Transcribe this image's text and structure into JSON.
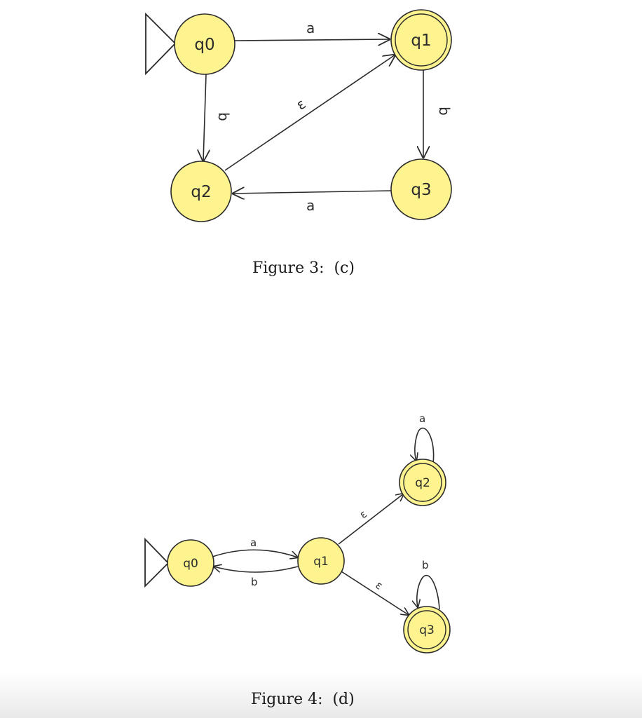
{
  "figure3": {
    "caption": "Figure 3:  (c)",
    "states": {
      "q0": "q0",
      "q1": "q1",
      "q2": "q2",
      "q3": "q3"
    },
    "accepting": [
      "q1"
    ],
    "start": "q0",
    "transitions": [
      {
        "from": "q0",
        "to": "q1",
        "label": "a"
      },
      {
        "from": "q0",
        "to": "q2",
        "label": "b"
      },
      {
        "from": "q2",
        "to": "q1",
        "label": "ε"
      },
      {
        "from": "q1",
        "to": "q3",
        "label": "b"
      },
      {
        "from": "q3",
        "to": "q2",
        "label": "a"
      }
    ]
  },
  "figure4": {
    "caption": "Figure 4:  (d)",
    "states": {
      "q0": "q0",
      "q1": "q1",
      "q2": "q2",
      "q3": "q3"
    },
    "accepting": [
      "q2",
      "q3"
    ],
    "start": "q0",
    "transitions": [
      {
        "from": "q0",
        "to": "q1",
        "label": "a"
      },
      {
        "from": "q1",
        "to": "q0",
        "label": "b"
      },
      {
        "from": "q1",
        "to": "q2",
        "label": "ε"
      },
      {
        "from": "q1",
        "to": "q3",
        "label": "ε"
      },
      {
        "from": "q2",
        "to": "q2",
        "label": "a"
      },
      {
        "from": "q3",
        "to": "q3",
        "label": "b"
      }
    ]
  },
  "colors": {
    "state_fill": "#fdf38f",
    "stroke": "#2b2b2b"
  }
}
